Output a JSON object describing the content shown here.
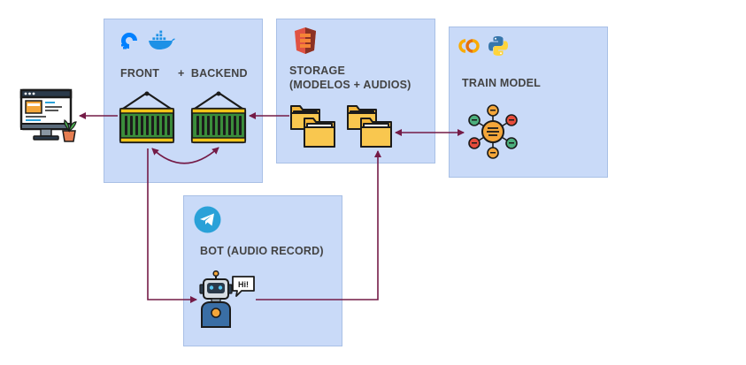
{
  "boxes": {
    "front_backend": {
      "front_label": "FRONT",
      "backend_label": "+  BACKEND"
    },
    "storage": {
      "label_line1": "STORAGE",
      "label_line2": "(MODELOS + AUDIOS)"
    },
    "train": {
      "label": "TRAIN MODEL"
    },
    "bot": {
      "label": "BOT (AUDIO RECORD)",
      "speech_text": "Hi!"
    }
  },
  "icons": [
    "digitalocean-icon",
    "docker-icon",
    "aws-s3-icon",
    "colab-icon",
    "python-icon",
    "telegram-icon",
    "container-icon",
    "folder-icon",
    "computer-monitor-icon",
    "network-hub-icon",
    "robot-icon"
  ],
  "colors": {
    "box_fill": "#c9daf8",
    "arrow": "#741b47",
    "text": "#434343",
    "container_green": "#2e7d32"
  }
}
